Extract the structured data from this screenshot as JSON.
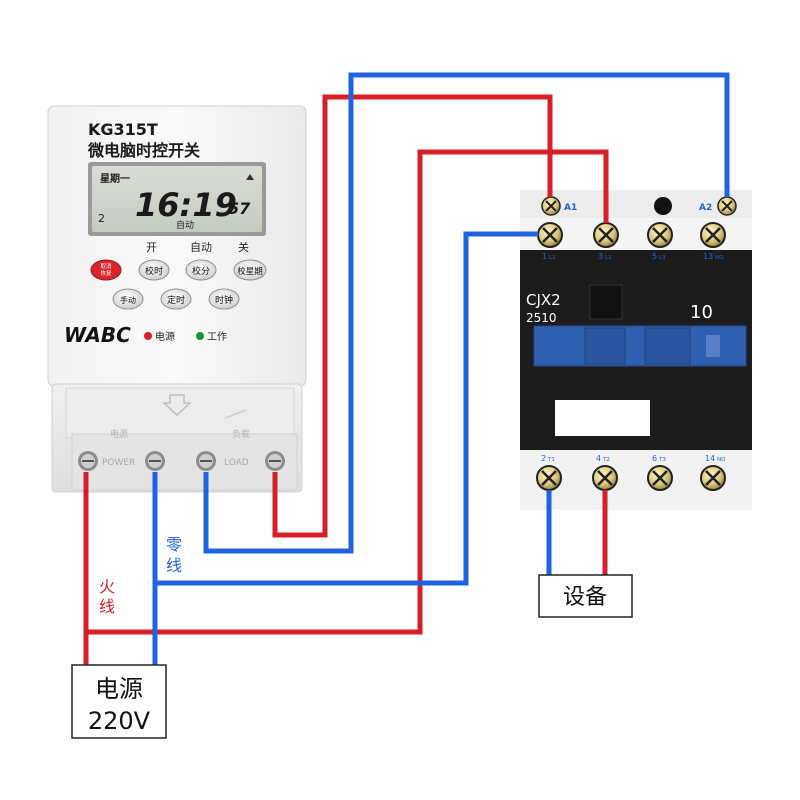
{
  "timer": {
    "model": "KG315T",
    "name": "微电脑时控开关",
    "lcd": {
      "week_label": "星期一",
      "time_hm": "16:19",
      "time_sec": "57",
      "mode": "自动",
      "program_no": "2"
    },
    "mode_labels": {
      "on": "开",
      "auto": "自动",
      "off": "关"
    },
    "buttons": {
      "cancel_restore": "取消\n恢复",
      "set_hour": "校时",
      "set_minute": "校分",
      "set_week": "校星期",
      "manual": "手动",
      "timer": "定时",
      "clock": "时钟"
    },
    "brand": "WABC",
    "indicators": {
      "power": "电源",
      "work": "工作"
    },
    "terminal_labels": {
      "power": "POWER",
      "load": "LOAD"
    },
    "terminal_cover_labels": {
      "power": "电源",
      "load": "负载"
    }
  },
  "contactor": {
    "model": "CJX2",
    "code": "2510",
    "rating": "10",
    "top_terminals": [
      {
        "num": "1",
        "sub": "L1"
      },
      {
        "num": "3",
        "sub": "L2"
      },
      {
        "num": "5",
        "sub": "L3"
      },
      {
        "num": "13",
        "sub": "NO"
      }
    ],
    "coil_terminals": [
      "A1",
      "A2"
    ],
    "bottom_terminals": [
      {
        "num": "2",
        "sub": "T1"
      },
      {
        "num": "4",
        "sub": "T2"
      },
      {
        "num": "6",
        "sub": "T3"
      },
      {
        "num": "14",
        "sub": "NO"
      }
    ]
  },
  "labels": {
    "live": "火线",
    "neutral": "零线",
    "device": "设备",
    "source_line1": "电源",
    "source_line2": "220V"
  },
  "colors": {
    "live": "#d61f26",
    "neutral": "#1f63e0"
  }
}
